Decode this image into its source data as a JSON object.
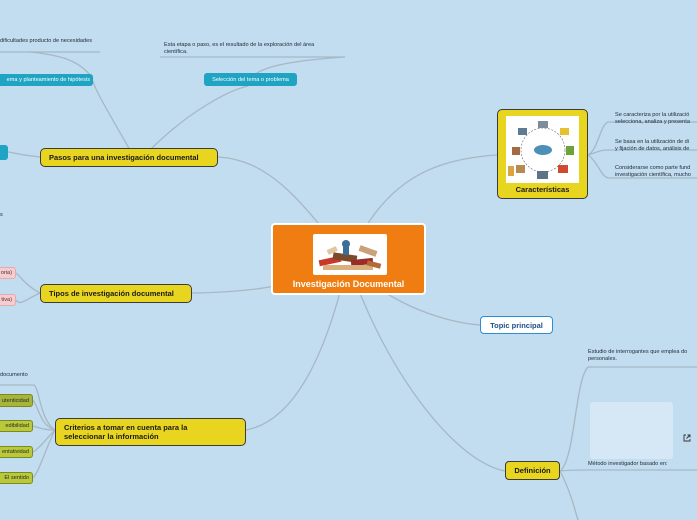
{
  "colors": {
    "background": "#c2dcf0",
    "central": "#ef7d12",
    "main_topic": "#e8d51f",
    "subtopic_teal": "#1fa4c3",
    "subtopic_olive": "#b9c93a",
    "subtopic_pink": "#f4cdd0",
    "connector": "#a7b8c4"
  },
  "central": {
    "title": "Investigación Documental",
    "image": "books-illustration"
  },
  "caracteristicas": {
    "title": "Características",
    "image": "network-diagram",
    "notes": [
      "Se caracteriza por la utilizació",
      "selecciona, analiza y presenta",
      "Se basa en la utilización de di",
      "y fijación de datos, análisis de",
      "Considerarse como parte fund",
      "investigación científica, mucho"
    ]
  },
  "topic_principal": {
    "title": "Topic principal"
  },
  "definicion": {
    "title": "Definición",
    "notes": [
      "Estudio de interrogantes que emplea do",
      "personales.",
      "Método investigador basado en:"
    ],
    "link_icon": "external-link-icon"
  },
  "pasos": {
    "title": "Pasos para una investigación documental",
    "top_text": "dificultades producto de necesidades",
    "left_tag": "ema y planteamiento de hipótesis",
    "right_tag": "Selección del tema o problema",
    "right_note": [
      "Esta etapa o paso, es el resultado de la exploración del área",
      "científica."
    ]
  },
  "tipos": {
    "title": "Tipos de investigación documental",
    "small_text": "s",
    "tags": [
      "oria)",
      "tiva)"
    ]
  },
  "criterios": {
    "title_lines": [
      "Criterios a tomar en cuenta para la",
      "seleccionar la información"
    ],
    "top_text": "documento",
    "tags": [
      "utenticidad",
      "edibilidad",
      "entatividad",
      "El sentido"
    ]
  }
}
